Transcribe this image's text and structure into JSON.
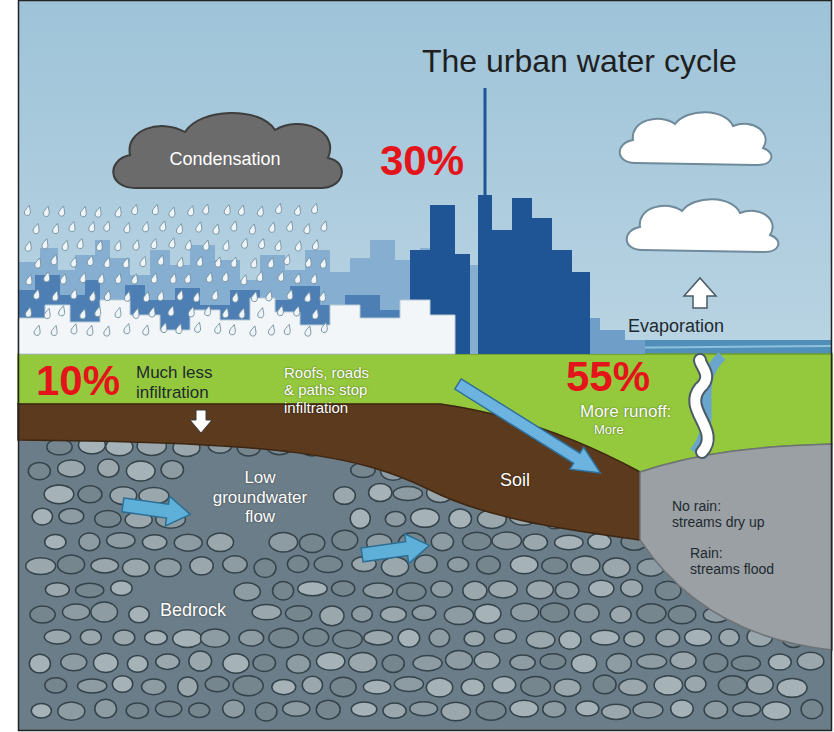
{
  "diagram": {
    "title": "The urban water cycle",
    "nodes": [
      {
        "text": [
          "Condensation"
        ]
      }
    ],
    "labels": [
      "30%",
      "10%",
      "Much less infiltration",
      "Roofs, roads & paths stop infiltration",
      "55%",
      "More runoff:",
      "More",
      "Evaporation",
      "Low groundwater flow",
      "Soil",
      "Bedrock",
      "No rain: streams dry up",
      "Rain: streams flood"
    ]
  }
}
